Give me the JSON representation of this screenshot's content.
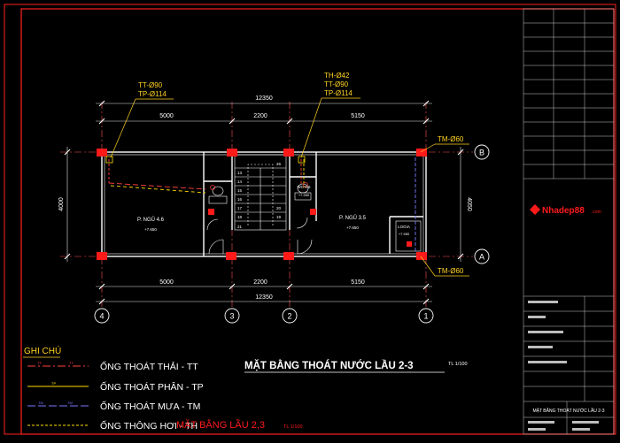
{
  "colors": {
    "background": "#000000",
    "frame": "#ff2020",
    "wall": "#ffffff",
    "dimension": "#e8e8e8",
    "label_yellow": "#ffd21e",
    "axis_text": "#ffffff",
    "waste_pipe": "#ff4040",
    "rain_pipe": "#7a7aff",
    "grey_pipe": "#ffe000",
    "accent": "#ff1a1a"
  },
  "dimensions": {
    "top_total": "12350",
    "top_segments": [
      "5000",
      "2200",
      "5150"
    ],
    "bottom_segments": [
      "5000",
      "2200",
      "5150"
    ],
    "bottom_total": "12350",
    "left_height": "4000",
    "right_height": "4050"
  },
  "axes": {
    "vertical": [
      "4",
      "3",
      "2",
      "1"
    ],
    "horizontal": [
      "B",
      "A"
    ]
  },
  "pipe_labels": {
    "left": [
      "TT-Ø90",
      "TP-Ø114"
    ],
    "middle": [
      "TH-Ø42",
      "TT-Ø90",
      "TP-Ø114"
    ],
    "right_top": "TM-Ø60",
    "right_bottom": "TM-Ø60"
  },
  "rooms": [
    {
      "name": "P. NGỦ 4.6",
      "level": "+7.650"
    },
    {
      "name": "WC 5.6",
      "level": "+7.550"
    },
    {
      "name": "P. NGỦ 3.5",
      "level": "+7.650"
    },
    {
      "name": "LOGIA",
      "level": "+7.550"
    }
  ],
  "stairs": [
    "13",
    "14",
    "15",
    "16",
    "17",
    "18",
    "19",
    "20",
    "21",
    "26"
  ],
  "legend": {
    "title": "GHI CHÚ",
    "items": [
      {
        "code": "TT",
        "label": "ỐNG THOÁT THẢI - TT"
      },
      {
        "code": "TP",
        "label": "ỐNG THOÁT PHÂN - TP"
      },
      {
        "code": "TM",
        "label": "ỐNG THOÁT MƯA - TM"
      },
      {
        "code": "",
        "label": "ỐNG THÔNG HƠI - TH"
      }
    ]
  },
  "drawing_title": "MẶT BẰNG THOÁT NƯỚC LẦU 2-3",
  "drawing_scale": "TL 1/100",
  "overlay_title": "MẶT BẰNG LẦU 2,3",
  "overlay_scale": "TL 1/100",
  "title_block": {
    "logo": "Nhadep88",
    "logo_suffix": ".com",
    "sheet_title": "MẶT BẰNG THOÁT NƯỚC LẦU 2-3"
  }
}
